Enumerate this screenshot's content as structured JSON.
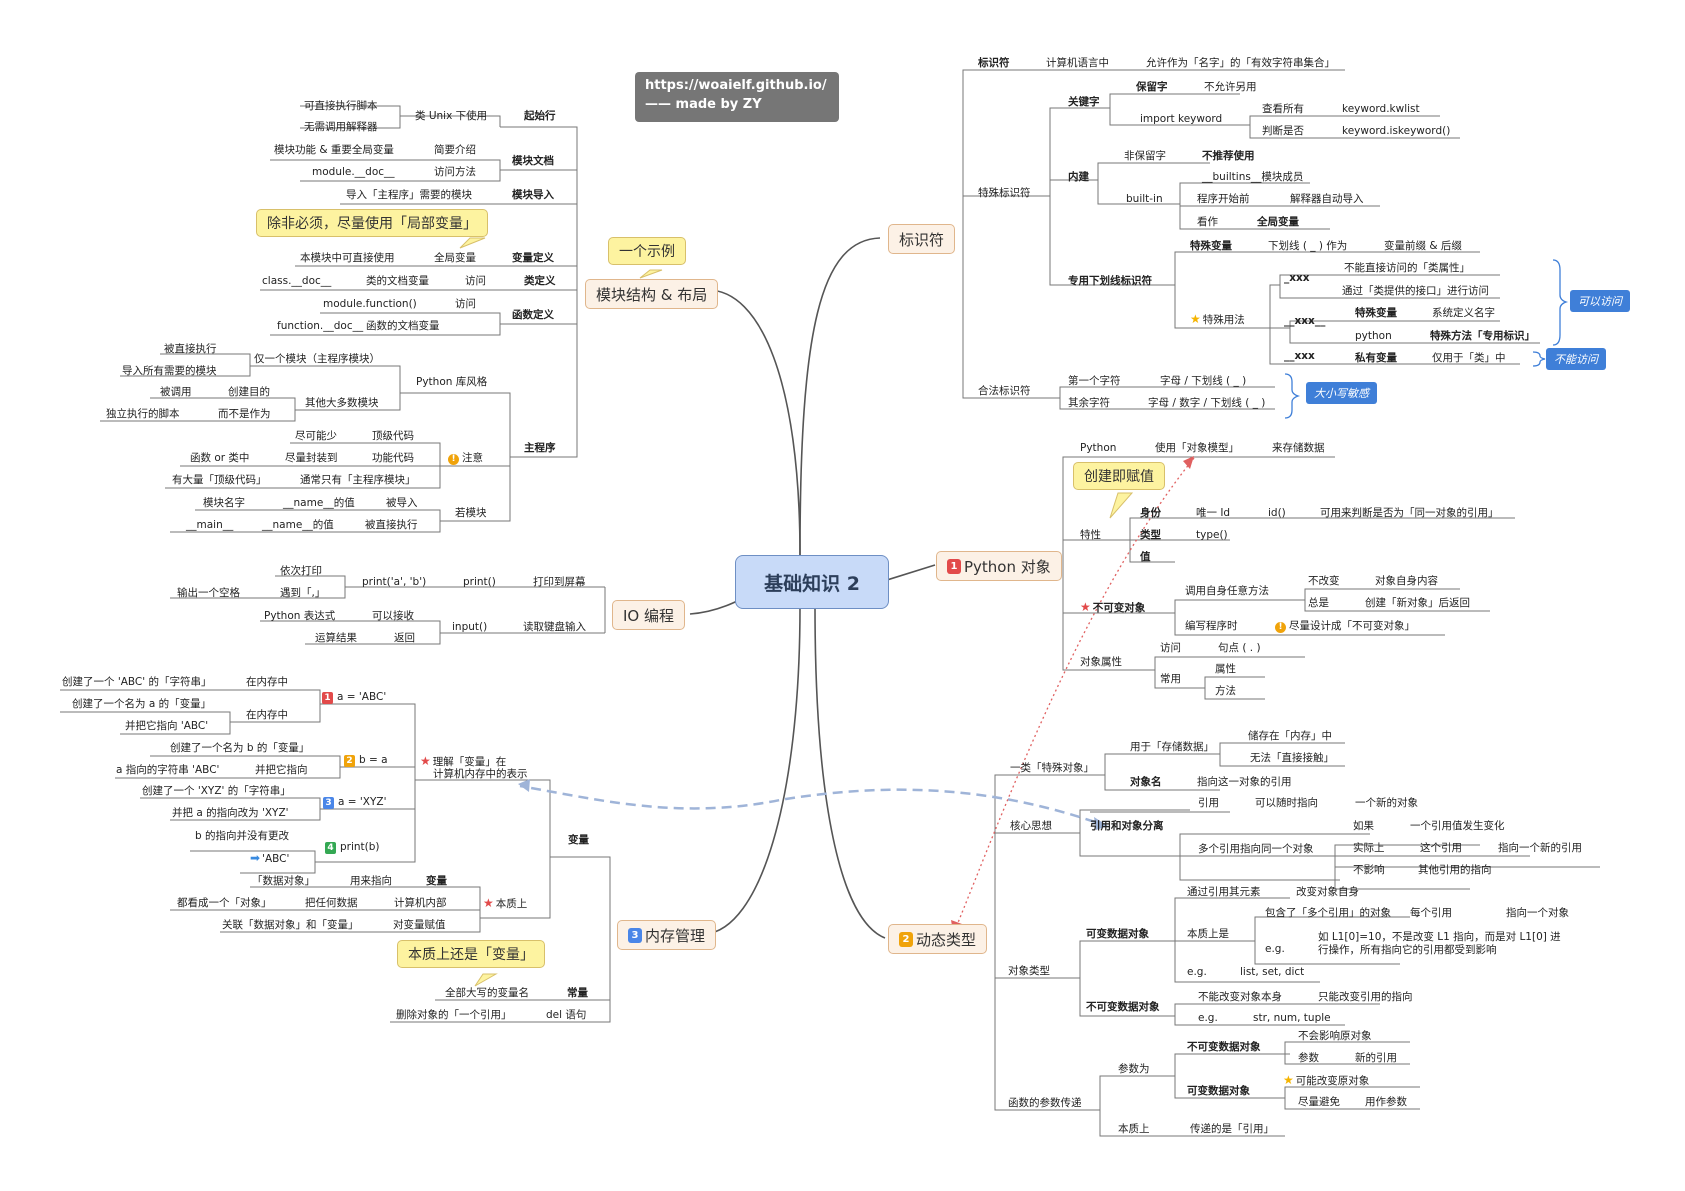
{
  "url_box": {
    "line1": "https://woaielf.github.io/",
    "line2": "—— made by ZY"
  },
  "root": "基础知识 2",
  "main_topics": {
    "module": "模块结构 & 布局",
    "identifier": "标识符",
    "io": "IO 编程",
    "python_obj": "Python 对象",
    "memory": "内存管理",
    "dynamic": "动态类型"
  },
  "callouts": {
    "example": "一个示例",
    "local_var": "除非必须，尽量使用「局部变量」",
    "create_assign": "创建即赋值",
    "essence_var": "本质上还是「变量」"
  },
  "tags": {
    "accessible": "可以访问",
    "not_accessible": "不能访问",
    "case_sensitive": "大小写敏感"
  },
  "labels": {
    "l001": "标识符",
    "l002": "计算机语言中",
    "l003": "允许作为「名字」的「有效字符串集合」",
    "l004": "保留字",
    "l005": "不允许另用",
    "l006": "关键字",
    "l007": "import keyword",
    "l008": "查看所有",
    "l009": "keyword.kwlist",
    "l010": "判断是否",
    "l011": "keyword.iskeyword()",
    "l012": "非保留字",
    "l013": "不推荐使用",
    "l014": "内建",
    "l015": "__builtins__模块成员",
    "l016": "built-in",
    "l017": "程序开始前",
    "l018": "解释器自动导入",
    "l019": "看作",
    "l020": "全局变量",
    "l021": "特殊标识符",
    "l022": "特殊变量",
    "l023": "下划线 ( _ ) 作为",
    "l024": "变量前缀 & 后缀",
    "l025": "_xxx",
    "l026": "不能直接访问的「类属性」",
    "l027": "通过「类提供的接口」进行访问",
    "l028": "专用下划线标识符",
    "l029": "特殊用法",
    "l030": "__xxx__",
    "l031": "特殊变量",
    "l032": "系统定义名字",
    "l033": "python",
    "l034": "特殊方法「专用标识」",
    "l035": "__xxx",
    "l036": "私有变量",
    "l037": "仅用于「类」中",
    "l038": "合法标识符",
    "l039": "第一个字符",
    "l040": "字母 / 下划线 ( _ )",
    "l041": "其余字符",
    "l042": "字母 / 数字 / 下划线 ( _ )",
    "l043": "Python",
    "l044": "使用「对象模型」",
    "l045": "来存储数据",
    "l046": "身份",
    "l047": "唯一 Id",
    "l048": "id()",
    "l049": "可用来判断是否为「同一对象的引用」",
    "l050": "特性",
    "l051": "类型",
    "l052": "type()",
    "l053": "值",
    "l054": "不可变对象",
    "l055": "调用自身任意方法",
    "l056": "不改变",
    "l057": "对象自身内容",
    "l058": "总是",
    "l059": "创建「新对象」后返回",
    "l060": "编写程序时",
    "l061": "尽量设计成「不可变对象」",
    "l062": "对象属性",
    "l063": "访问",
    "l064": "句点 ( . )",
    "l065": "常用",
    "l066": "属性",
    "l067": "方法",
    "l068": "一类「特殊对象」",
    "l069": "用于「存储数据」",
    "l070": "储存在「内存」中",
    "l071": "无法「直接接触」",
    "l072": "对象名",
    "l073": "指向这一对象的引用",
    "l074": "核心思想",
    "l075": "引用和对象分离",
    "l076": "引用",
    "l077": "可以随时指向",
    "l078": "一个新的对象",
    "l079": "多个引用指向同一个对象",
    "l080": "如果",
    "l081": "一个引用值发生变化",
    "l082": "实际上",
    "l083": "这个引用",
    "l084": "指向一个新的引用",
    "l085": "不影响",
    "l086": "其他引用的指向",
    "l087": "通过引用其元素",
    "l088": "改变对象自身",
    "l089": "可变数据对象",
    "l090": "本质上是",
    "l091": "包含了「多个引用」的对象",
    "l092": "每个引用",
    "l093": "指向一个对象",
    "l094": "e.g.",
    "l095": "如 L1[0]=10，不是改变 L1 指向，而是对 L1[0] 进",
    "l096": "行操作，所有指向它的引用都受到影响",
    "l097": "e.g.",
    "l098": "list, set, dict",
    "l099": "对象类型",
    "l100": "不可变数据对象",
    "l101": "不能改变对象本身",
    "l102": "只能改变引用的指向",
    "l103": "e.g.",
    "l104": "str, num, tuple",
    "l105": "不可变数据对象",
    "l106": "不会影响原对象",
    "l107": "参数",
    "l108": "新的引用",
    "l109": "参数为",
    "l110": "可变数据对象",
    "l111": "可能改变原对象",
    "l112": "尽量避免",
    "l113": "用作参数",
    "l114": "函数的参数传递",
    "l115": "本质上",
    "l116": "传递的是「引用」",
    "l117": "起始行",
    "l118": "类 Unix 下使用",
    "l119": "可直接执行脚本",
    "l120": "无需调用解释器",
    "l121": "模块文档",
    "l122": "简要介绍",
    "l123": "模块功能 & 重要全局变量",
    "l124": "访问方法",
    "l125": "module.__doc__",
    "l126": "模块导入",
    "l127": "导入「主程序」需要的模块",
    "l128": "变量定义",
    "l129": "全局变量",
    "l130": "本模块中可直接使用",
    "l131": "类定义",
    "l132": "访问",
    "l133": "类的文档变量",
    "l134": "class.__doc__",
    "l135": "函数定义",
    "l136": "访问",
    "l137": "module.function()",
    "l138": "函数的文档变量",
    "l139": "function.__doc__",
    "l140": "主程序",
    "l141": "Python 库风格",
    "l142": "仅一个模块（主程序模块）",
    "l143": "被直接执行",
    "l144": "导入所有需要的模块",
    "l145": "其他大多数模块",
    "l146": "创建目的",
    "l147": "被调用",
    "l148": "而不是作为",
    "l149": "独立执行的脚本",
    "l150": "注意",
    "l151": "顶级代码",
    "l152": "尽可能少",
    "l153": "功能代码",
    "l154": "尽量封装到",
    "l155": "函数 or 类中",
    "l156": "通常只有「主程序模块」",
    "l157": "有大量「顶级代码」",
    "l158": "若模块",
    "l159": "被导入",
    "l160": "__name__的值",
    "l161": "模块名字",
    "l162": "被直接执行",
    "l163": "__name__的值",
    "l164": "__main__",
    "l165": "打印到屏幕",
    "l166": "print()",
    "l167": "print('a', 'b')",
    "l168": "依次打印",
    "l169": "遇到「,」",
    "l170": "输出一个空格",
    "l171": "读取键盘输入",
    "l172": "input()",
    "l173": "可以接收",
    "l174": "Python 表达式",
    "l175": "返回",
    "l176": "运算结果",
    "l177": "变量",
    "l178": "理解「变量」在",
    "l179": "计算机内存中的表示",
    "l180": "a = 'ABC'",
    "l181": "在内存中",
    "l182": "创建了一个 'ABC' 的「字符串」",
    "l183": "在内存中",
    "l184": "创建了一个名为 a 的「变量」",
    "l185": "并把它指向 'ABC'",
    "l186": "b = a",
    "l187": "创建了一个名为 b 的「变量」",
    "l188": "并把它指向",
    "l189": "a 指向的字符串 'ABC'",
    "l190": "a = 'XYZ'",
    "l191": "创建了一个 'XYZ' 的「字符串」",
    "l192": "并把 a 的指向改为 'XYZ'",
    "l193": "print(b)",
    "l194": "b 的指向并没有更改",
    "l195": "'ABC'",
    "l196": "本质上",
    "l197": "变量",
    "l198": "用来指向",
    "l199": "「数据对象」",
    "l200": "计算机内部",
    "l201": "把任何数据",
    "l202": "都看成一个「对象」",
    "l203": "对变量赋值",
    "l204": "关联「数据对象」和「变量」",
    "l205": "常量",
    "l206": "全部大写的变量名",
    "l207": "del 语句",
    "l208": "删除对象的「一个引用」"
  },
  "colors": {
    "root_fill": "#c8daf8",
    "main_fill": "#fcf1e6",
    "callout_fill": "#fdf3a0",
    "tag_fill": "#3f7fd8",
    "url_fill": "#767676",
    "link_dashed": "#9fb4d8",
    "link_dotted": "#e06060"
  }
}
